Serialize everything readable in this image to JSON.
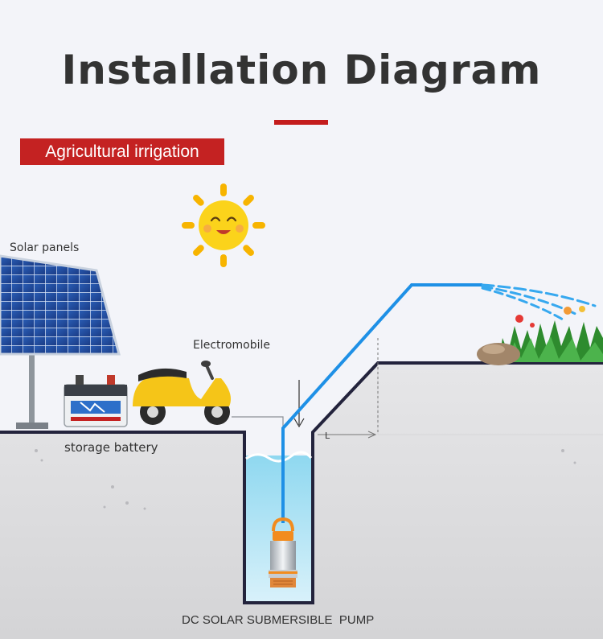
{
  "title": "Installation Diagram",
  "badge": "Agricultural irrigation",
  "labels": {
    "solar_panels": "Solar panels",
    "electromobile": "Electromobile",
    "storage_battery": "storage battery",
    "length_marker": "L",
    "pump": "DC SOLAR SUBMERSIBLE  PUMP"
  },
  "colors": {
    "accent_red": "#c42222",
    "pipe_blue": "#1e90e6",
    "ground_grey": "#dcdcdc",
    "ground_outline": "#23233c",
    "scooter_yellow": "#f5c518",
    "sun_yellow": "#fbd31b",
    "water_blue": "#6cc9ea"
  }
}
